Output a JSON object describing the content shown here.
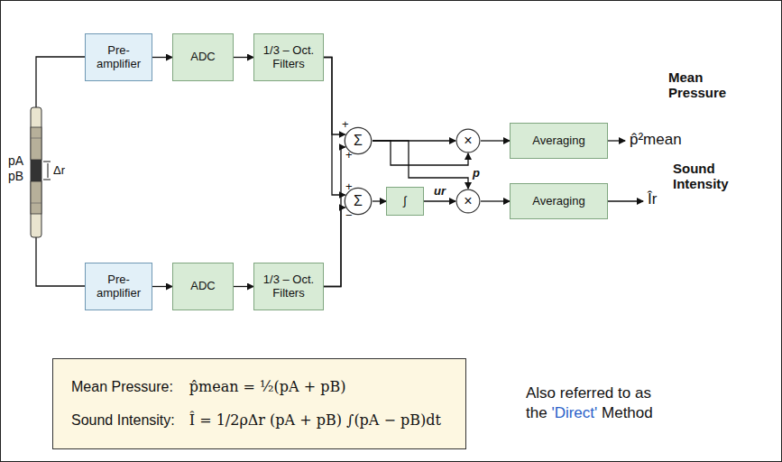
{
  "diagram": {
    "nodes": [
      {
        "text": [
          "Pre-amplifier"
        ]
      },
      {
        "text": [
          "ADC"
        ]
      },
      {
        "text": [
          "1/3 – Oct. Filters"
        ]
      },
      {
        "text": [
          "Σ"
        ]
      },
      {
        "text": [
          "×"
        ]
      },
      {
        "text": [
          "Averaging"
        ]
      },
      {
        "text": [
          "Pre-amplifier"
        ]
      },
      {
        "text": [
          "ADC"
        ]
      },
      {
        "text": [
          "1/3 – Oct. Filters"
        ]
      },
      {
        "text": [
          "Σ"
        ]
      },
      {
        "text": [
          "∫"
        ]
      },
      {
        "text": [
          "×"
        ]
      },
      {
        "text": [
          "Averaging"
        ]
      },
      {
        "text": [
          "Mean Pressure:",
          "p̂mean = ½(pA + pB)",
          "Sound Intensity:",
          "Î = 1/2ρΔr (pA + pB) ∫(pA − pB)dt"
        ]
      }
    ],
    "edges": [
      {
        "from": 0,
        "to": 1,
        "arrow": "to"
      },
      {
        "from": 1,
        "to": 2,
        "arrow": "to"
      },
      {
        "from": 6,
        "to": 7,
        "arrow": "to"
      },
      {
        "from": 7,
        "to": 8,
        "arrow": "to"
      },
      {
        "from": 2,
        "to": 3,
        "arrow": "to"
      },
      {
        "from": 2,
        "to": 9,
        "arrow": "to"
      },
      {
        "from": 8,
        "to": 3,
        "arrow": "to"
      },
      {
        "from": 8,
        "to": 9,
        "arrow": "to"
      },
      {
        "from": 3,
        "to": 4,
        "arrow": "to"
      },
      {
        "from": 3,
        "to": 4,
        "arrow": "to"
      },
      {
        "from": 3,
        "to": 11,
        "label": "p",
        "arrow": "to"
      },
      {
        "from": 4,
        "to": 5,
        "arrow": "to"
      },
      {
        "from": 9,
        "to": 10,
        "arrow": "to"
      },
      {
        "from": 10,
        "to": 11,
        "label": "ur",
        "arrow": "to"
      },
      {
        "from": 11,
        "to": 12,
        "arrow": "to"
      }
    ],
    "labels": [
      "pA",
      "pB",
      "Δr",
      "+",
      "+",
      "+",
      "−",
      "Mean Pressure",
      "p̂²mean",
      "Sound Intensity",
      "Îr",
      "Also referred to as",
      "the",
      "'Direct'",
      "Method"
    ]
  }
}
